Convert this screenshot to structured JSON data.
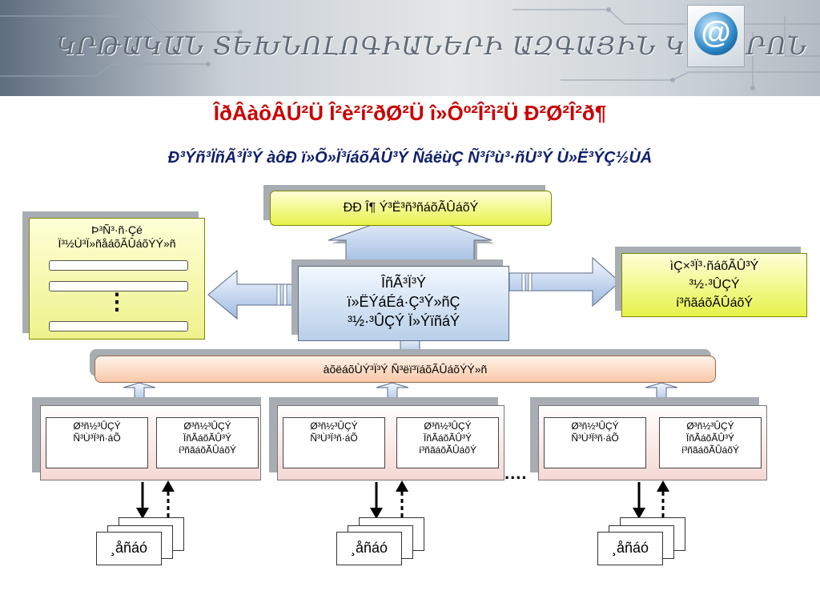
{
  "banner": {
    "title": "ԿՐԹԱԿԱՆ ՏԵԽՆՈԼՈԳԻԱՆԵՐԻ ԱԶԳԱՅԻՆ ԿԵՆՏՐՈՆ",
    "at_symbol": "@"
  },
  "slide": {
    "title": "ÎðÂàôÂÚ²Ü Î²è²í²ðØ²Ü î»Ôº²Î²ì²Ü Ð²Ø²Î²ð¶",
    "subtitle": "Ð³Ýñ³ÏñÃ³Ï³Ý àôÐ ï»Õ»Ï³íáõÃÛ³Ý ÑáëùÇ Ñ³í³ù³·ñÙ³Ý Ù»Ë³ÝÇ½ÙÁ"
  },
  "diagram": {
    "top_box": "ÐÐ Î¶ Ý³Ë³ñ³ñáõÃÛáõÝ",
    "left_box": {
      "line1": "Þ³Ñ³·ñ·Çé",
      "line2": "Ï³½Ù³Ï»ñåáõÃÛáõÝÝ»ñ",
      "dots": "⋮"
    },
    "right_box": {
      "line1": "ìÇ×³Ï³·ñáõÃÛ³Ý",
      "line2": "³½·³ÛÇÝ",
      "line3": "í³ñãáõÃÛáõÝ"
    },
    "center_box": {
      "line1": "ÎñÃ³Ï³Ý",
      "line2": "ï»ËÝáÉá·Ç³Ý»ñÇ",
      "line3": "³½·³ÛÇÝ Ï»ÝïñáÝ"
    },
    "wide_bar": "àõëáõÙÝ³Ï³Ý Ñ³ëï³ïáõÃÛáõÝÝ»ñ",
    "groups": [
      {
        "cell_left": [
          "Ø³ñ½³ÛÇÝ",
          "Ñ³Ù³Ï³ñ·áÕ"
        ],
        "cell_right": [
          "Ø³ñ½³ÛÇÝ",
          "ÏñÃáõÃÛ³Ý",
          "í³ñãáõÃÛáõÝ"
        ],
        "doc_label": "¸åñáó"
      },
      {
        "cell_left": [
          "Ø³ñ½³ÛÇÝ",
          "Ñ³Ù³Ï³ñ·áÕ"
        ],
        "cell_right": [
          "Ø³ñ½³ÛÇÝ",
          "ÏñÃáõÃÛ³Ý",
          "í³ñãáõÃÛáõÝ"
        ],
        "doc_label": "¸åñáó"
      },
      {
        "cell_left": [
          "Ø³ñ½³ÛÇÝ",
          "Ñ³Ù³Ï³ñ·áÕ"
        ],
        "cell_right": [
          "Ø³ñ½³ÛÇÝ",
          "ÏñÃáõÃÛ³Ý",
          "í³ñãáõÃÛáõÝ"
        ],
        "doc_label": "¸åñáó"
      }
    ],
    "ellipsis": "...."
  },
  "colors": {
    "title": "#cc0000",
    "subtitle": "#10206b",
    "yellow_box": "#e6f24a",
    "blue_box": "#b9cfe9",
    "peach_bar": "#f8c8a8",
    "arrow_fill": "#c9dbf1"
  }
}
